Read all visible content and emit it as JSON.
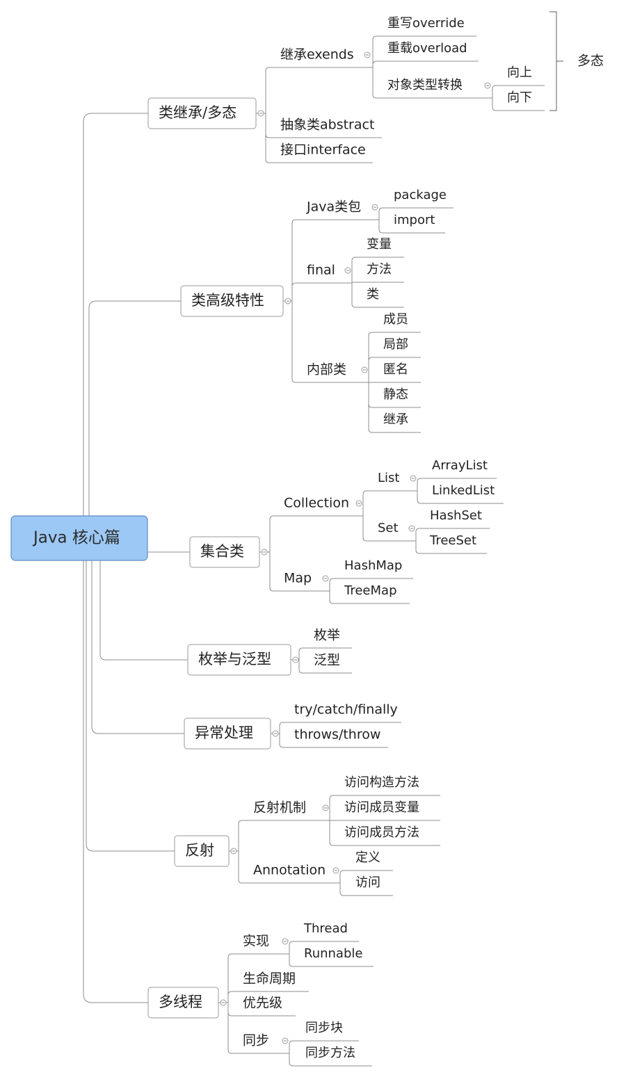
{
  "root": "Java 核心篇",
  "branches": [
    {
      "label": "类继承/多态",
      "children": [
        {
          "label": "继承exends",
          "children": [
            {
              "label": "重写override"
            },
            {
              "label": "重载overload"
            },
            {
              "label": "对象类型转换",
              "children": [
                {
                  "label": "向上"
                },
                {
                  "label": "向下"
                }
              ]
            }
          ]
        },
        {
          "label": "抽象类abstract"
        },
        {
          "label": "接口interface"
        }
      ]
    },
    {
      "label": "类高级特性",
      "children": [
        {
          "label": "Java类包",
          "children": [
            {
              "label": "package"
            },
            {
              "label": "import"
            }
          ]
        },
        {
          "label": "final",
          "children": [
            {
              "label": "变量"
            },
            {
              "label": "方法"
            },
            {
              "label": "类"
            }
          ]
        },
        {
          "label": "内部类",
          "children": [
            {
              "label": "成员"
            },
            {
              "label": "局部"
            },
            {
              "label": "匿名"
            },
            {
              "label": "静态"
            },
            {
              "label": "继承"
            }
          ]
        }
      ]
    },
    {
      "label": "集合类",
      "children": [
        {
          "label": "Collection",
          "children": [
            {
              "label": "List",
              "children": [
                {
                  "label": "ArrayList"
                },
                {
                  "label": "LinkedList"
                }
              ]
            },
            {
              "label": "Set",
              "children": [
                {
                  "label": "HashSet"
                },
                {
                  "label": "TreeSet"
                }
              ]
            }
          ]
        },
        {
          "label": "Map",
          "children": [
            {
              "label": "HashMap"
            },
            {
              "label": "TreeMap"
            }
          ]
        }
      ]
    },
    {
      "label": "枚举与泛型",
      "children": [
        {
          "label": "枚举"
        },
        {
          "label": "泛型"
        }
      ]
    },
    {
      "label": "异常处理",
      "children": [
        {
          "label": "try/catch/finally"
        },
        {
          "label": "throws/throw"
        }
      ]
    },
    {
      "label": "反射",
      "children": [
        {
          "label": "反射机制",
          "children": [
            {
              "label": "访问构造方法"
            },
            {
              "label": "访问成员变量"
            },
            {
              "label": "访问成员方法"
            }
          ]
        },
        {
          "label": "Annotation",
          "children": [
            {
              "label": "定义"
            },
            {
              "label": "访问"
            }
          ]
        }
      ]
    },
    {
      "label": "多线程",
      "children": [
        {
          "label": "实现",
          "children": [
            {
              "label": "Thread"
            },
            {
              "label": "Runnable"
            }
          ]
        },
        {
          "label": "生命周期"
        },
        {
          "label": "优先级"
        },
        {
          "label": "同步",
          "children": [
            {
              "label": "同步块"
            },
            {
              "label": "同步方法"
            }
          ]
        }
      ]
    }
  ],
  "summary": {
    "label": "多态"
  },
  "colors": {
    "root_fill": "#9cc8f5",
    "root_stroke": "#5b8cc4",
    "line": "#8c8c8c",
    "text": "#222222",
    "box_stroke": "#9a9a9a"
  }
}
